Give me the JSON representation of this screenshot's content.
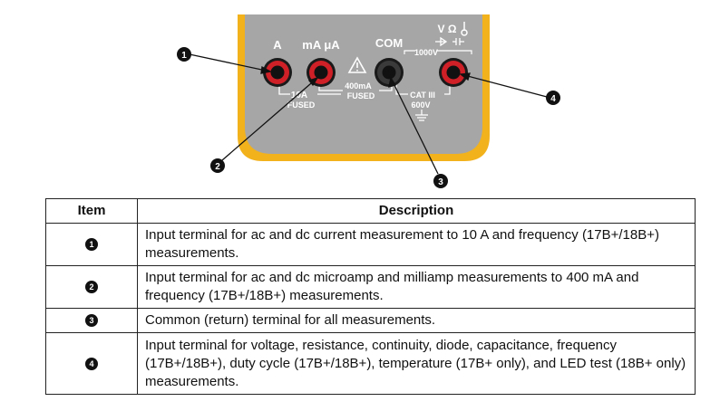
{
  "figure": {
    "terminal_labels": {
      "amps": "A",
      "milliamps": "mA μA",
      "com": "COM",
      "volts_symbols": "V Ω",
      "volts_rating": "1000V",
      "fuse_10a_line1": "10A",
      "fuse_10a_line2": "FUSED",
      "fuse_400ma_line1": "400mA",
      "fuse_400ma_line2": "FUSED",
      "cat_line1": "CAT III",
      "cat_line2": "600V"
    },
    "callouts": [
      "1",
      "2",
      "3",
      "4"
    ]
  },
  "table": {
    "headers": {
      "item": "Item",
      "description": "Description"
    },
    "rows": [
      {
        "item": "1",
        "description": "Input terminal for ac and dc current measurement to 10 A and frequency (17B+/18B+) measurements."
      },
      {
        "item": "2",
        "description": "Input terminal for ac and dc microamp and milliamp measurements to 400 mA and frequency (17B+/18B+) measurements."
      },
      {
        "item": "3",
        "description": "Common (return) terminal for all measurements."
      },
      {
        "item": "4",
        "description": "Input terminal for voltage, resistance, continuity, diode, capacitance, frequency (17B+/18B+), duty cycle (17B+/18B+), temperature (17B+ only), and LED test (18B+ only) measurements."
      }
    ]
  },
  "colors": {
    "holster": "#f2b21c",
    "panel": "#a6a6a6",
    "terminal_red": "#cf2027",
    "terminal_black": "#2a2a2a",
    "label_white": "#ffffff"
  }
}
